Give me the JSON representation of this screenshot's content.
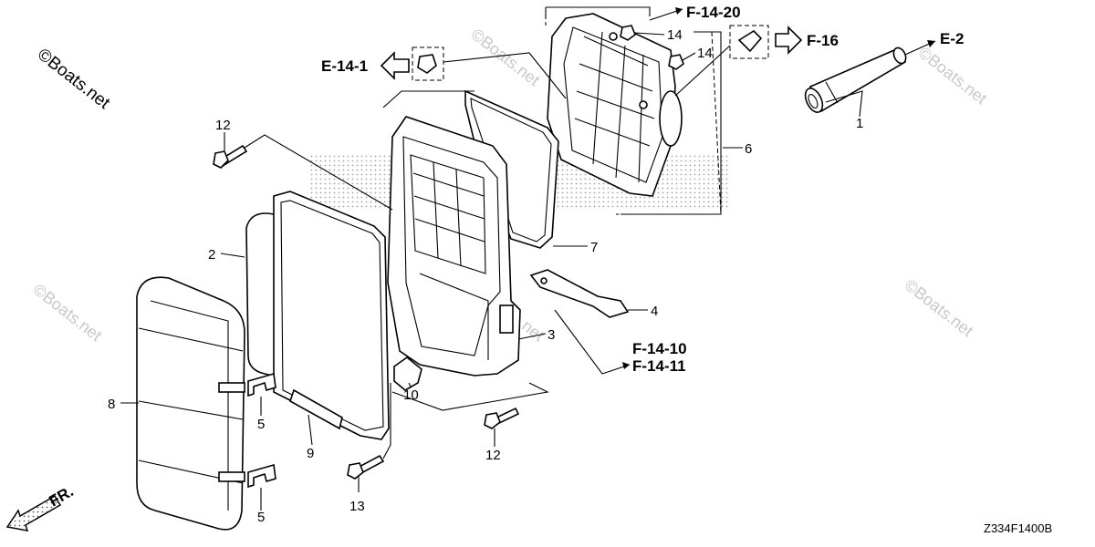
{
  "watermark": "©Boats.net",
  "drawing_code": "Z334F1400B",
  "front_label": "FR.",
  "refs": {
    "f1420": "F-14-20",
    "f16": "F-16",
    "e141": "E-14-1",
    "e2": "E-2",
    "f1410": "F-14-10",
    "f1411": "F-14-11"
  },
  "labels": {
    "p1": "1",
    "p2": "2",
    "p3": "3",
    "p4": "4",
    "p5a": "5",
    "p5b": "5",
    "p6": "6",
    "p7": "7",
    "p8": "8",
    "p9": "9",
    "p10": "10",
    "p12a": "12",
    "p12b": "12",
    "p13": "13",
    "p14a": "14",
    "p14b": "14"
  }
}
